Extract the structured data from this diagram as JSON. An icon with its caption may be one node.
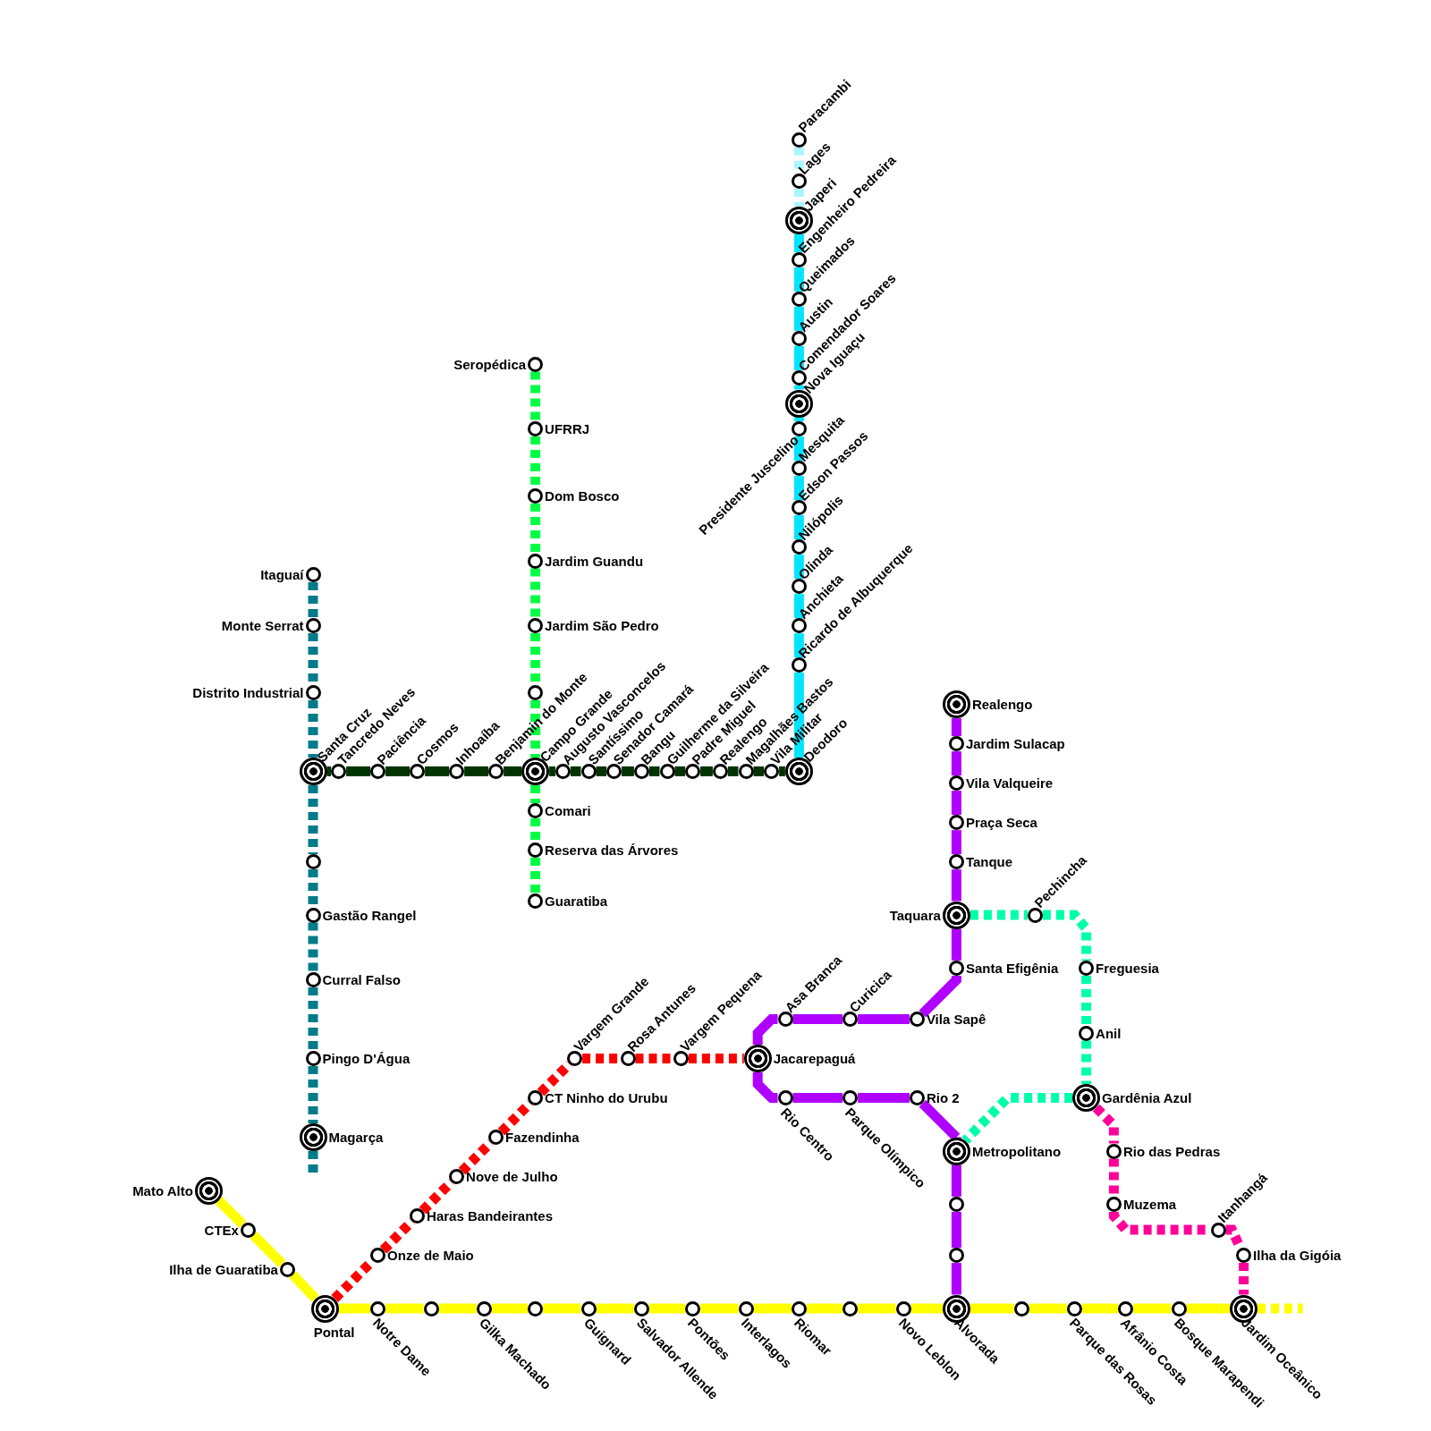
{
  "diagram": {
    "nodes": [
      {
        "text": [
          "Paracambi"
        ]
      },
      {
        "text": [
          "Lages"
        ]
      },
      {
        "text": [
          "Japeri"
        ]
      },
      {
        "text": [
          "Engenheiro Pedreira"
        ]
      },
      {
        "text": [
          "Queimados"
        ]
      },
      {
        "text": [
          "Austin"
        ]
      },
      {
        "text": [
          "Comendador Soares"
        ]
      },
      {
        "text": [
          "Nova Iguaçu"
        ]
      },
      {
        "text": [
          "Presidente Juscelino"
        ]
      },
      {
        "text": [
          "Mesquita"
        ]
      },
      {
        "text": [
          "Edson Passos"
        ]
      },
      {
        "text": [
          "Nilópolis"
        ]
      },
      {
        "text": [
          "Olinda"
        ]
      },
      {
        "text": [
          "Anchieta"
        ]
      },
      {
        "text": [
          "Ricardo de Albuquerque"
        ]
      },
      {
        "text": [
          "Seropédica"
        ]
      },
      {
        "text": [
          "UFRRJ"
        ]
      },
      {
        "text": [
          "Dom Bosco"
        ]
      },
      {
        "text": [
          "Jardim Guandu"
        ]
      },
      {
        "text": [
          "Jardim São Pedro"
        ]
      },
      {
        "text": [],
        "shape": "circle"
      },
      {
        "text": [
          "Itaguaí"
        ]
      },
      {
        "text": [
          "Monte Serrat"
        ]
      },
      {
        "text": [
          "Distrito Industrial"
        ]
      },
      {
        "text": [
          "Santa Cruz"
        ]
      },
      {
        "text": [
          "Tancredo Neves"
        ]
      },
      {
        "text": [
          "Paciência"
        ]
      },
      {
        "text": [
          "Cosmos"
        ]
      },
      {
        "text": [
          "Inhoaíba"
        ]
      },
      {
        "text": [
          "Benjamin do Monte"
        ]
      },
      {
        "text": [
          "Campo Grande"
        ]
      },
      {
        "text": [
          "Augusto Vasconcelos"
        ]
      },
      {
        "text": [
          "Santíssimo"
        ]
      },
      {
        "text": [
          "Senador Camará"
        ]
      },
      {
        "text": [
          "Bangu"
        ]
      },
      {
        "text": [
          "Guilherme da Silveira"
        ]
      },
      {
        "text": [
          "Padre Miguel"
        ]
      },
      {
        "text": [
          "Realengo"
        ]
      },
      {
        "text": [
          "Magalhães Bastos"
        ]
      },
      {
        "text": [
          "Vila Militar"
        ]
      },
      {
        "text": [
          "Deodoro"
        ]
      },
      {
        "text": [
          "Comari"
        ]
      },
      {
        "text": [
          "Reserva das Árvores"
        ]
      },
      {
        "text": [
          "Guaratiba"
        ]
      },
      {
        "text": [],
        "shape": "circle"
      },
      {
        "text": [
          "Gastão Rangel"
        ]
      },
      {
        "text": [
          "Curral Falso"
        ]
      },
      {
        "text": [
          "Pingo D'Água"
        ]
      },
      {
        "text": [
          "Magarça"
        ]
      },
      {
        "text": [
          "Realengo"
        ]
      },
      {
        "text": [
          "Jardim Sulacap"
        ]
      },
      {
        "text": [
          "Vila Valqueire"
        ]
      },
      {
        "text": [
          "Praça Seca"
        ]
      },
      {
        "text": [
          "Tanque"
        ]
      },
      {
        "text": [
          "Taquara"
        ]
      },
      {
        "text": [
          "Pechincha"
        ]
      },
      {
        "text": [
          "Freguesia"
        ]
      },
      {
        "text": [
          "Anil"
        ]
      },
      {
        "text": [
          "Gardênia Azul"
        ]
      },
      {
        "text": [
          "Santa Efigênia"
        ]
      },
      {
        "text": [
          "Asa Branca"
        ]
      },
      {
        "text": [
          "Curicica"
        ]
      },
      {
        "text": [
          "Vila Sapê"
        ]
      },
      {
        "text": [
          "Vargem Grande"
        ]
      },
      {
        "text": [
          "Rosa Antunes"
        ]
      },
      {
        "text": [
          "Vargem Pequena"
        ]
      },
      {
        "text": [
          "Jacarepaguá"
        ]
      },
      {
        "text": [
          "CT Ninho do Urubu"
        ]
      },
      {
        "text": [
          "Rio Centro"
        ]
      },
      {
        "text": [
          "Parque Olímpico"
        ]
      },
      {
        "text": [
          "Rio 2"
        ]
      },
      {
        "text": [
          "Metropolitano"
        ]
      },
      {
        "text": [
          "Rio das Pedras"
        ]
      },
      {
        "text": [
          "Fazendinha"
        ]
      },
      {
        "text": [
          "Mato Alto"
        ]
      },
      {
        "text": [
          "Nove de Julho"
        ]
      },
      {
        "text": [],
        "shape": "circle"
      },
      {
        "text": [
          "Muzema"
        ]
      },
      {
        "text": [
          "CTEx"
        ]
      },
      {
        "text": [
          "Haras Bandeirantes"
        ]
      },
      {
        "text": [
          "Itanhangá"
        ]
      },
      {
        "text": [
          "Ilha de Guaratiba"
        ]
      },
      {
        "text": [
          "Onze de Maio"
        ]
      },
      {
        "text": [],
        "shape": "circle"
      },
      {
        "text": [
          "Ilha da Gigóia"
        ]
      },
      {
        "text": [
          "Pontal"
        ]
      },
      {
        "text": [
          "Notre Dame"
        ]
      },
      {
        "text": [],
        "shape": "circle"
      },
      {
        "text": [
          "Gilka Machado"
        ]
      },
      {
        "text": [],
        "shape": "circle"
      },
      {
        "text": [
          "Guignard"
        ]
      },
      {
        "text": [
          "Salvador Allende"
        ]
      },
      {
        "text": [
          "Pontões"
        ]
      },
      {
        "text": [
          "Interlagos"
        ]
      },
      {
        "text": [
          "Riomar"
        ]
      },
      {
        "text": [],
        "shape": "circle"
      },
      {
        "text": [
          "Novo Leblon"
        ]
      },
      {
        "text": [
          "Alvorada"
        ]
      },
      {
        "text": [],
        "shape": "circle"
      },
      {
        "text": [
          "Parque das Rosas"
        ]
      },
      {
        "text": [
          "Afrânio Costa"
        ]
      },
      {
        "text": [
          "Bosque Marapendi"
        ]
      },
      {
        "text": [
          "Jardim Oceânico"
        ]
      }
    ],
    "edges": [
      {
        "from": 0,
        "to": 1,
        "arrow": "none",
        "style": "dashed",
        "color": "#aaf6ff"
      },
      {
        "from": 1,
        "to": 2,
        "arrow": "none",
        "style": "dashed",
        "color": "#aaf6ff"
      },
      {
        "from": 2,
        "to": 3,
        "arrow": "none",
        "color": "#00e5ff"
      },
      {
        "from": 3,
        "to": 4,
        "arrow": "none",
        "color": "#00e5ff"
      },
      {
        "from": 4,
        "to": 5,
        "arrow": "none",
        "color": "#00e5ff"
      },
      {
        "from": 5,
        "to": 6,
        "arrow": "none",
        "color": "#00e5ff"
      },
      {
        "from": 6,
        "to": 7,
        "arrow": "none",
        "color": "#00e5ff"
      },
      {
        "from": 7,
        "to": 8,
        "arrow": "none",
        "color": "#00e5ff"
      },
      {
        "from": 8,
        "to": 9,
        "arrow": "none",
        "color": "#00e5ff"
      },
      {
        "from": 9,
        "to": 10,
        "arrow": "none",
        "color": "#00e5ff"
      },
      {
        "from": 10,
        "to": 11,
        "arrow": "none",
        "color": "#00e5ff"
      },
      {
        "from": 11,
        "to": 12,
        "arrow": "none",
        "color": "#00e5ff"
      },
      {
        "from": 12,
        "to": 13,
        "arrow": "none",
        "color": "#00e5ff"
      },
      {
        "from": 13,
        "to": 14,
        "arrow": "none",
        "color": "#00e5ff"
      },
      {
        "from": 14,
        "to": 40,
        "arrow": "none",
        "color": "#00e5ff"
      },
      {
        "from": 15,
        "to": 16,
        "arrow": "none",
        "style": "dashed",
        "color": "#00ff44"
      },
      {
        "from": 16,
        "to": 17,
        "arrow": "none",
        "style": "dashed",
        "color": "#00ff44"
      },
      {
        "from": 17,
        "to": 18,
        "arrow": "none",
        "style": "dashed",
        "color": "#00ff44"
      },
      {
        "from": 18,
        "to": 19,
        "arrow": "none",
        "style": "dashed",
        "color": "#00ff44"
      },
      {
        "from": 19,
        "to": 20,
        "arrow": "none",
        "style": "dashed",
        "color": "#00ff44"
      },
      {
        "from": 20,
        "to": 30,
        "arrow": "none",
        "style": "dashed",
        "color": "#00ff44"
      },
      {
        "from": 30,
        "to": 41,
        "arrow": "none",
        "style": "dashed",
        "color": "#00ff44"
      },
      {
        "from": 41,
        "to": 42,
        "arrow": "none",
        "style": "dashed",
        "color": "#00ff44"
      },
      {
        "from": 42,
        "to": 43,
        "arrow": "none",
        "style": "dashed",
        "color": "#00ff44"
      },
      {
        "from": 21,
        "to": 22,
        "arrow": "none",
        "style": "dashed",
        "color": "#007b8a"
      },
      {
        "from": 22,
        "to": 23,
        "arrow": "none",
        "style": "dashed",
        "color": "#007b8a"
      },
      {
        "from": 23,
        "to": 24,
        "arrow": "none",
        "style": "dashed",
        "color": "#007b8a"
      },
      {
        "from": 24,
        "to": 44,
        "arrow": "none",
        "style": "dashed",
        "color": "#007b8a"
      },
      {
        "from": 44,
        "to": 45,
        "arrow": "none",
        "style": "dashed",
        "color": "#007b8a"
      },
      {
        "from": 45,
        "to": 46,
        "arrow": "none",
        "style": "dashed",
        "color": "#007b8a"
      },
      {
        "from": 46,
        "to": 47,
        "arrow": "none",
        "style": "dashed",
        "color": "#007b8a"
      },
      {
        "from": 47,
        "to": 48,
        "arrow": "none",
        "style": "dashed",
        "color": "#007b8a"
      },
      {
        "from": 48,
        "to": null,
        "arrow": "none",
        "style": "dashed",
        "color": "#007b8a"
      },
      {
        "from": 24,
        "to": 25,
        "arrow": "none",
        "color": "#003300"
      },
      {
        "from": 25,
        "to": 26,
        "arrow": "none",
        "color": "#003300"
      },
      {
        "from": 26,
        "to": 27,
        "arrow": "none",
        "color": "#003300"
      },
      {
        "from": 27,
        "to": 28,
        "arrow": "none",
        "color": "#003300"
      },
      {
        "from": 28,
        "to": 29,
        "arrow": "none",
        "color": "#003300"
      },
      {
        "from": 29,
        "to": 30,
        "arrow": "none",
        "color": "#003300"
      },
      {
        "from": 30,
        "to": 31,
        "arrow": "none",
        "color": "#003300"
      },
      {
        "from": 31,
        "to": 32,
        "arrow": "none",
        "color": "#003300"
      },
      {
        "from": 32,
        "to": 33,
        "arrow": "none",
        "color": "#003300"
      },
      {
        "from": 33,
        "to": 34,
        "arrow": "none",
        "color": "#003300"
      },
      {
        "from": 34,
        "to": 35,
        "arrow": "none",
        "color": "#003300"
      },
      {
        "from": 35,
        "to": 36,
        "arrow": "none",
        "color": "#003300"
      },
      {
        "from": 36,
        "to": 37,
        "arrow": "none",
        "color": "#003300"
      },
      {
        "from": 37,
        "to": 38,
        "arrow": "none",
        "color": "#003300"
      },
      {
        "from": 38,
        "to": 39,
        "arrow": "none",
        "color": "#003300"
      },
      {
        "from": 39,
        "to": 40,
        "arrow": "none",
        "color": "#003300"
      },
      {
        "from": 49,
        "to": 50,
        "arrow": "none",
        "color": "#b000ff"
      },
      {
        "from": 50,
        "to": 51,
        "arrow": "none",
        "color": "#b000ff"
      },
      {
        "from": 51,
        "to": 52,
        "arrow": "none",
        "color": "#b000ff"
      },
      {
        "from": 52,
        "to": 53,
        "arrow": "none",
        "color": "#b000ff"
      },
      {
        "from": 53,
        "to": 54,
        "arrow": "none",
        "color": "#b000ff"
      },
      {
        "from": 54,
        "to": 59,
        "arrow": "none",
        "color": "#b000ff"
      },
      {
        "from": 59,
        "to": 62,
        "arrow": "none",
        "color": "#b000ff"
      },
      {
        "from": 62,
        "to": 61,
        "arrow": "none",
        "color": "#b000ff"
      },
      {
        "from": 61,
        "to": 60,
        "arrow": "none",
        "color": "#b000ff"
      },
      {
        "from": 60,
        "to": 66,
        "arrow": "none",
        "color": "#b000ff"
      },
      {
        "from": 66,
        "to": 68,
        "arrow": "none",
        "color": "#b000ff"
      },
      {
        "from": 68,
        "to": 69,
        "arrow": "none",
        "color": "#b000ff"
      },
      {
        "from": 69,
        "to": 70,
        "arrow": "none",
        "color": "#b000ff"
      },
      {
        "from": 70,
        "to": 71,
        "arrow": "none",
        "color": "#b000ff"
      },
      {
        "from": 71,
        "to": 76,
        "arrow": "none",
        "color": "#b000ff"
      },
      {
        "from": 76,
        "to": 83,
        "arrow": "none",
        "color": "#b000ff"
      },
      {
        "from": 83,
        "to": 97,
        "arrow": "none",
        "color": "#b000ff"
      },
      {
        "from": 54,
        "to": 55,
        "arrow": "none",
        "style": "dashed",
        "color": "#00ffaa"
      },
      {
        "from": 55,
        "to": 56,
        "arrow": "none",
        "style": "dashed",
        "color": "#00ffaa"
      },
      {
        "from": 56,
        "to": 57,
        "arrow": "none",
        "style": "dashed",
        "color": "#00ffaa"
      },
      {
        "from": 57,
        "to": 58,
        "arrow": "none",
        "style": "dashed",
        "color": "#00ffaa"
      },
      {
        "from": 58,
        "to": 71,
        "arrow": "none",
        "style": "dashed",
        "color": "#00ffaa"
      },
      {
        "from": 58,
        "to": 72,
        "arrow": "none",
        "style": "dashed",
        "color": "#ff0099"
      },
      {
        "from": 72,
        "to": 77,
        "arrow": "none",
        "style": "dashed",
        "color": "#ff0099"
      },
      {
        "from": 77,
        "to": 80,
        "arrow": "none",
        "style": "dashed",
        "color": "#ff0099"
      },
      {
        "from": 80,
        "to": 84,
        "arrow": "none",
        "style": "dashed",
        "color": "#ff0099"
      },
      {
        "from": 84,
        "to": 102,
        "arrow": "none",
        "style": "dashed",
        "color": "#ff0099"
      },
      {
        "from": 85,
        "to": 82,
        "arrow": "none",
        "style": "dashed",
        "color": "#ff0000"
      },
      {
        "from": 82,
        "to": 79,
        "arrow": "none",
        "style": "dashed",
        "color": "#ff0000"
      },
      {
        "from": 79,
        "to": 75,
        "arrow": "none",
        "style": "dashed",
        "color": "#ff0000"
      },
      {
        "from": 75,
        "to": 73,
        "arrow": "none",
        "style": "dashed",
        "color": "#ff0000"
      },
      {
        "from": 73,
        "to": 67,
        "arrow": "none",
        "style": "dashed",
        "color": "#ff0000"
      },
      {
        "from": 67,
        "to": 63,
        "arrow": "none",
        "style": "dashed",
        "color": "#ff0000"
      },
      {
        "from": 63,
        "to": 64,
        "arrow": "none",
        "style": "dashed",
        "color": "#ff0000"
      },
      {
        "from": 64,
        "to": 65,
        "arrow": "none",
        "style": "dashed",
        "color": "#ff0000"
      },
      {
        "from": 65,
        "to": 66,
        "arrow": "none",
        "style": "dashed",
        "color": "#ff0000"
      },
      {
        "from": 74,
        "to": 78,
        "arrow": "none",
        "color": "#ffff00"
      },
      {
        "from": 78,
        "to": 81,
        "arrow": "none",
        "color": "#ffff00"
      },
      {
        "from": 81,
        "to": 85,
        "arrow": "none",
        "color": "#ffff00"
      },
      {
        "from": 85,
        "to": 86,
        "arrow": "none",
        "color": "#ffff00"
      },
      {
        "from": 86,
        "to": 87,
        "arrow": "none",
        "color": "#ffff00"
      },
      {
        "from": 87,
        "to": 88,
        "arrow": "none",
        "color": "#ffff00"
      },
      {
        "from": 88,
        "to": 89,
        "arrow": "none",
        "color": "#ffff00"
      },
      {
        "from": 89,
        "to": 90,
        "arrow": "none",
        "color": "#ffff00"
      },
      {
        "from": 90,
        "to": 91,
        "arrow": "none",
        "color": "#ffff00"
      },
      {
        "from": 91,
        "to": 92,
        "arrow": "none",
        "color": "#ffff00"
      },
      {
        "from": 92,
        "to": 93,
        "arrow": "none",
        "color": "#ffff00"
      },
      {
        "from": 93,
        "to": 94,
        "arrow": "none",
        "color": "#ffff00"
      },
      {
        "from": 94,
        "to": 95,
        "arrow": "none",
        "color": "#ffff00"
      },
      {
        "from": 95,
        "to": 96,
        "arrow": "none",
        "color": "#ffff00"
      },
      {
        "from": 96,
        "to": 97,
        "arrow": "none",
        "color": "#ffff00"
      },
      {
        "from": 97,
        "to": 98,
        "arrow": "none",
        "color": "#ffff00"
      },
      {
        "from": 98,
        "to": 99,
        "arrow": "none",
        "color": "#ffff00"
      },
      {
        "from": 99,
        "to": 100,
        "arrow": "none",
        "color": "#ffff00"
      },
      {
        "from": 100,
        "to": 101,
        "arrow": "none",
        "color": "#ffff00"
      },
      {
        "from": 101,
        "to": 102,
        "arrow": "none",
        "color": "#ffff00"
      },
      {
        "from": 102,
        "to": null,
        "arrow": "none",
        "style": "dashed",
        "color": "#ffff00"
      }
    ]
  }
}
